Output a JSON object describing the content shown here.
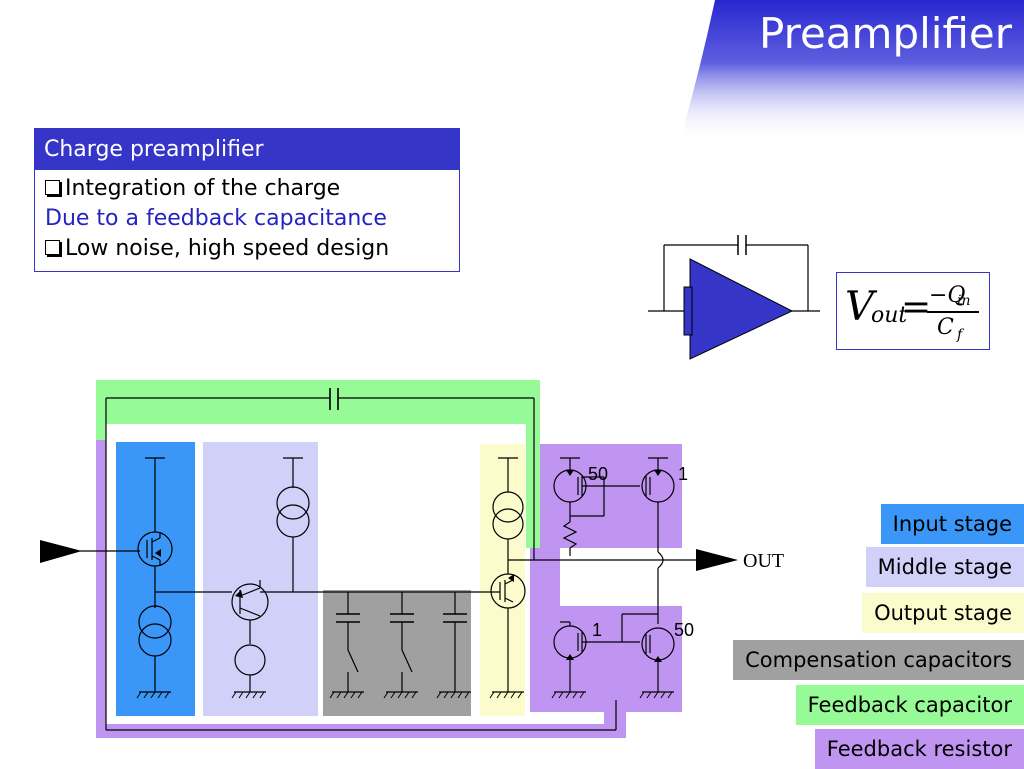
{
  "title": "Preamplifier",
  "info_box": {
    "header": "Charge preamplifier",
    "lines": [
      "Integration of the charge",
      "Due to a feedback capacitance",
      "Low noise, high speed design"
    ]
  },
  "formula": {
    "v": "V",
    "v_sub": "out",
    "equals": "=",
    "numerator": "−Q",
    "numerator_sub": "in",
    "denominator": "C",
    "denominator_sub": "f"
  },
  "schematic": {
    "output_label": "OUT",
    "mirror_top_left_ratio": "50",
    "mirror_top_right_ratio": "1",
    "mirror_bottom_left_ratio": "1",
    "mirror_bottom_right_ratio": "50"
  },
  "legend": [
    {
      "label": "Input stage",
      "color": "#3a97f7"
    },
    {
      "label": "Middle stage",
      "color": "#d0d0f8"
    },
    {
      "label": "Output stage",
      "color": "#fbfbcc"
    },
    {
      "label": "Compensation capacitors",
      "color": "#a0a0a0"
    },
    {
      "label": "Feedback capacitor",
      "color": "#96fa96"
    },
    {
      "label": "Feedback resistor",
      "color": "#c095f2"
    }
  ],
  "colors": {
    "accent": "#3535c8",
    "amplifier_fill": "#3535c8"
  }
}
